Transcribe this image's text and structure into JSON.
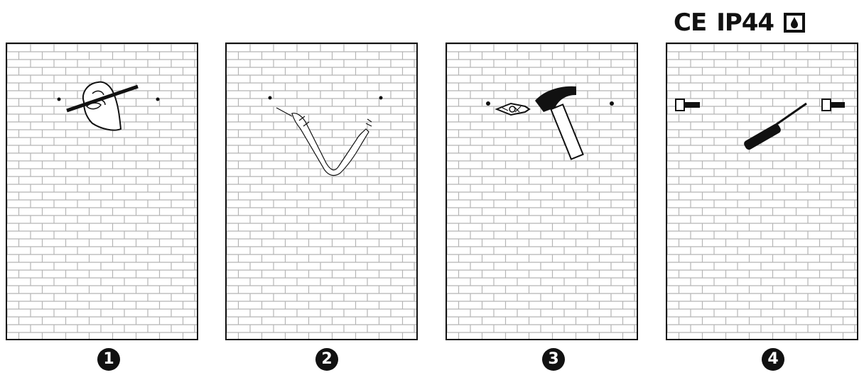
{
  "certification": {
    "ce": "CE",
    "ip_rating": "IP44",
    "drop_icon": "water-drop-in-square-icon"
  },
  "steps": [
    {
      "number": "1",
      "icon": "hand-marking-pencil-icon"
    },
    {
      "number": "2",
      "icon": "drilling-drill-icon"
    },
    {
      "number": "3",
      "icon": "hammer-wall-plug-icon"
    },
    {
      "number": "4",
      "icon": "screwdriver-screws-icon"
    }
  ],
  "colors": {
    "line": "#111111",
    "mortar": "#b5b5b5",
    "background": "#ffffff"
  }
}
